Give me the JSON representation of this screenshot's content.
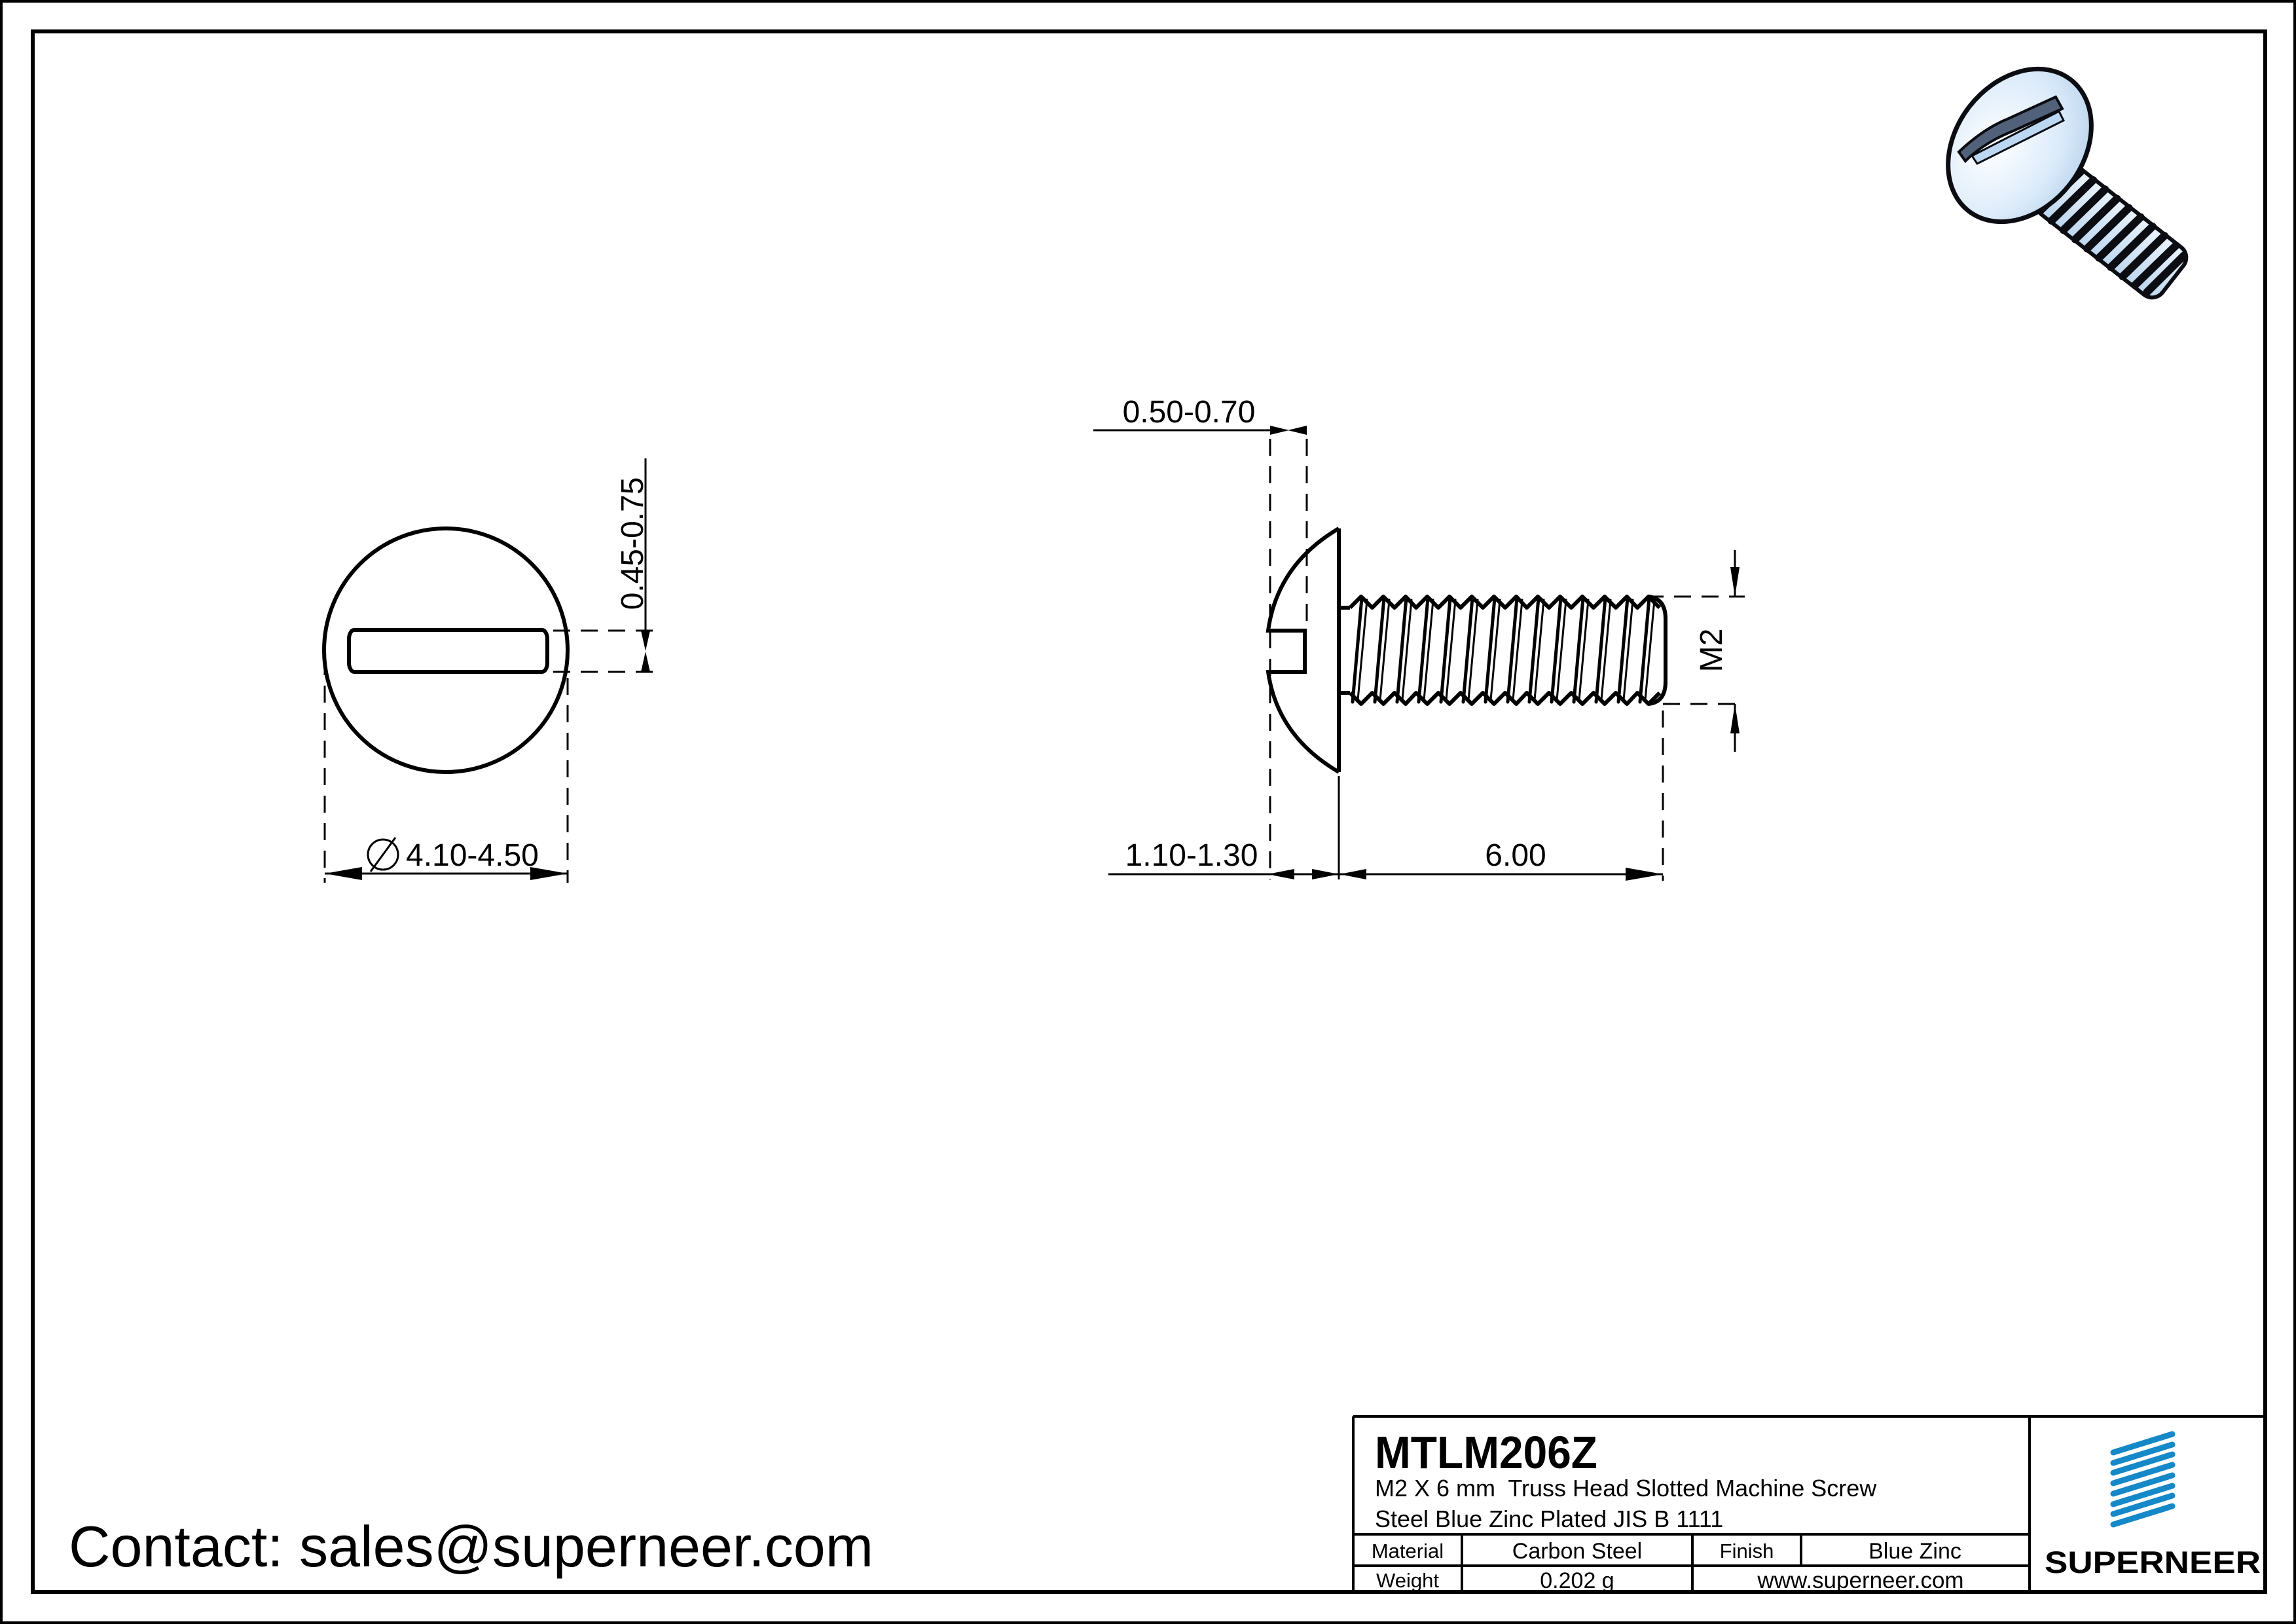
{
  "contact": {
    "text": "Contact: sales@superneer.com"
  },
  "front_view": {
    "slot_depth_dim": "0.45-0.75",
    "head_diameter_dim": "4.10-4.50"
  },
  "side_view": {
    "slot_width_dim": "0.50-0.70",
    "head_height_dim": "1.10-1.30",
    "thread_length_dim": "6.00",
    "thread_size_dim": "M2"
  },
  "title_block": {
    "part_number": "MTLM206Z",
    "description_line1": "M2 X 6 mm  Truss Head Slotted Machine Screw",
    "description_line2": "Steel Blue Zinc Plated JIS B 1111",
    "material_label": "Material",
    "material_value": "Carbon Steel",
    "finish_label": "Finish",
    "finish_value": "Blue Zinc",
    "weight_label": "Weight",
    "weight_value": "0.202 g",
    "website": "www.superneer.com",
    "brand": "SUPERNEER"
  },
  "colors": {
    "brand_blue": "#1588c8",
    "link_blue": "#1e83c4",
    "line_black": "#000000",
    "steel_light": "#dcebfa",
    "steel_mid": "#bdd6ee",
    "slot_dark": "#51617a",
    "thread_dark": "#0b0d12"
  }
}
